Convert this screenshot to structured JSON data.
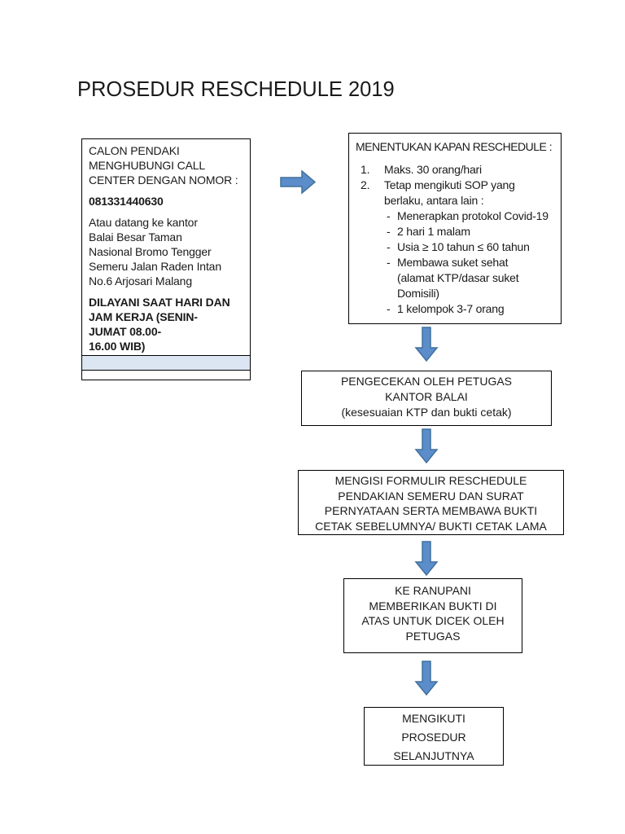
{
  "document": {
    "title": "PROSEDUR RESCHEDULE 2019"
  },
  "colors": {
    "arrow_fill": "#5B8DCB",
    "arrow_stroke": "#41719C",
    "box_border": "#000000",
    "highlight_cell": "#DCE6F2",
    "page_background": "#FFFFFF"
  },
  "flowchart": {
    "contact_box": {
      "heading": "CALON PENDAKI\nMENGHUBUNGI CALL\nCENTER DENGAN NOMOR :",
      "phone": "081331440630",
      "address": "Atau datang ke kantor\nBalai Besar Taman\nNasional Bromo Tengger\nSemeru Jalan Raden Intan\nNo.6 Arjosari Malang",
      "service_hours": "DILAYANI SAAT HARI DAN\nJAM KERJA (SENIN-\nJUMAT 08.00-\n16.00 WIB)"
    },
    "schedule_box": {
      "title": "MENENTUKAN KAPAN RESCHEDULE :",
      "items": [
        {
          "marker": "1.",
          "text": "Maks. 30 orang/hari"
        },
        {
          "marker": "2.",
          "text": "Tetap mengikuti SOP yang\nberlaku, antara lain :"
        }
      ],
      "sub_items": [
        {
          "marker": "-",
          "text": "Menerapkan protokol Covid-19"
        },
        {
          "marker": "-",
          "text": "2 hari 1 malam"
        },
        {
          "marker": "-",
          "text": "Usia ≥ 10 tahun ≤ 60 tahun"
        },
        {
          "marker": "-",
          "text": "Membawa suket sehat\n(alamat KTP/dasar suket\nDomisili)"
        },
        {
          "marker": "-",
          "text": "1 kelompok 3-7 orang"
        }
      ]
    },
    "check_box": {
      "text": "PENGECEKAN OLEH PETUGAS\nKANTOR BALAI\n(kesesuaian KTP dan bukti cetak)"
    },
    "form_box": {
      "text": "MENGISI FORMULIR RESCHEDULE\nPENDAKIAN SEMERU DAN SURAT\nPERNYATAAN SERTA MEMBAWA BUKTI\nCETAK SEBELUMNYA/ BUKTI CETAK LAMA"
    },
    "ranupani_box": {
      "text": "KE RANUPANI\nMEMBERIKAN BUKTI DI\nATAS UNTUK DICEK OLEH\nPETUGAS"
    },
    "next_box": {
      "text": "MENGIKUTI\nPROSEDUR\nSELANJUTNYA"
    }
  }
}
